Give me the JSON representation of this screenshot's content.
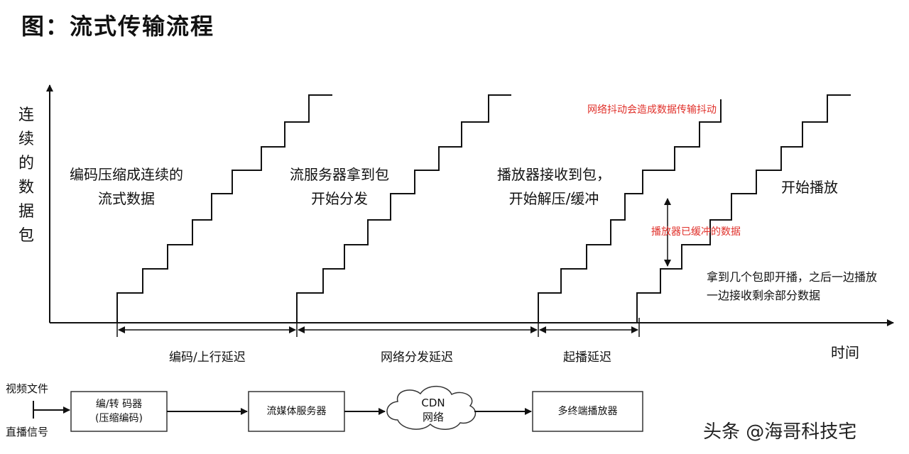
{
  "title": "图：流式传输流程",
  "y_axis_chars": [
    "连",
    "续",
    "的",
    "数",
    "据",
    "包"
  ],
  "x_axis_label": "时间",
  "stages": {
    "encode": [
      "编码压缩成连续的",
      "流式数据"
    ],
    "server": [
      "流服务器拿到包",
      "开始分发"
    ],
    "player": [
      "播放器接收到包，",
      "开始解压/缓冲"
    ],
    "play": "开始播放"
  },
  "annotations": {
    "jitter": "网络抖动会造成数据传输抖动",
    "buffered": "播放器已缓冲的数据",
    "start_play": [
      "拿到几个包即开播，之后一边播放",
      "一边接收剩余部分数据"
    ]
  },
  "delays": {
    "encode_upload": "编码/上行延迟",
    "network_dist": "网络分发延迟",
    "start_delay": "起播延迟"
  },
  "flow": {
    "input_top": "视频文件",
    "input_bottom": "直播信号",
    "encoder": [
      "编/转 码器",
      "(压缩编码)"
    ],
    "stream_server": "流媒体服务器",
    "cdn": [
      "CDN",
      "网络"
    ],
    "player": "多终端播放器"
  },
  "watermark": "头条 @海哥科技宅"
}
